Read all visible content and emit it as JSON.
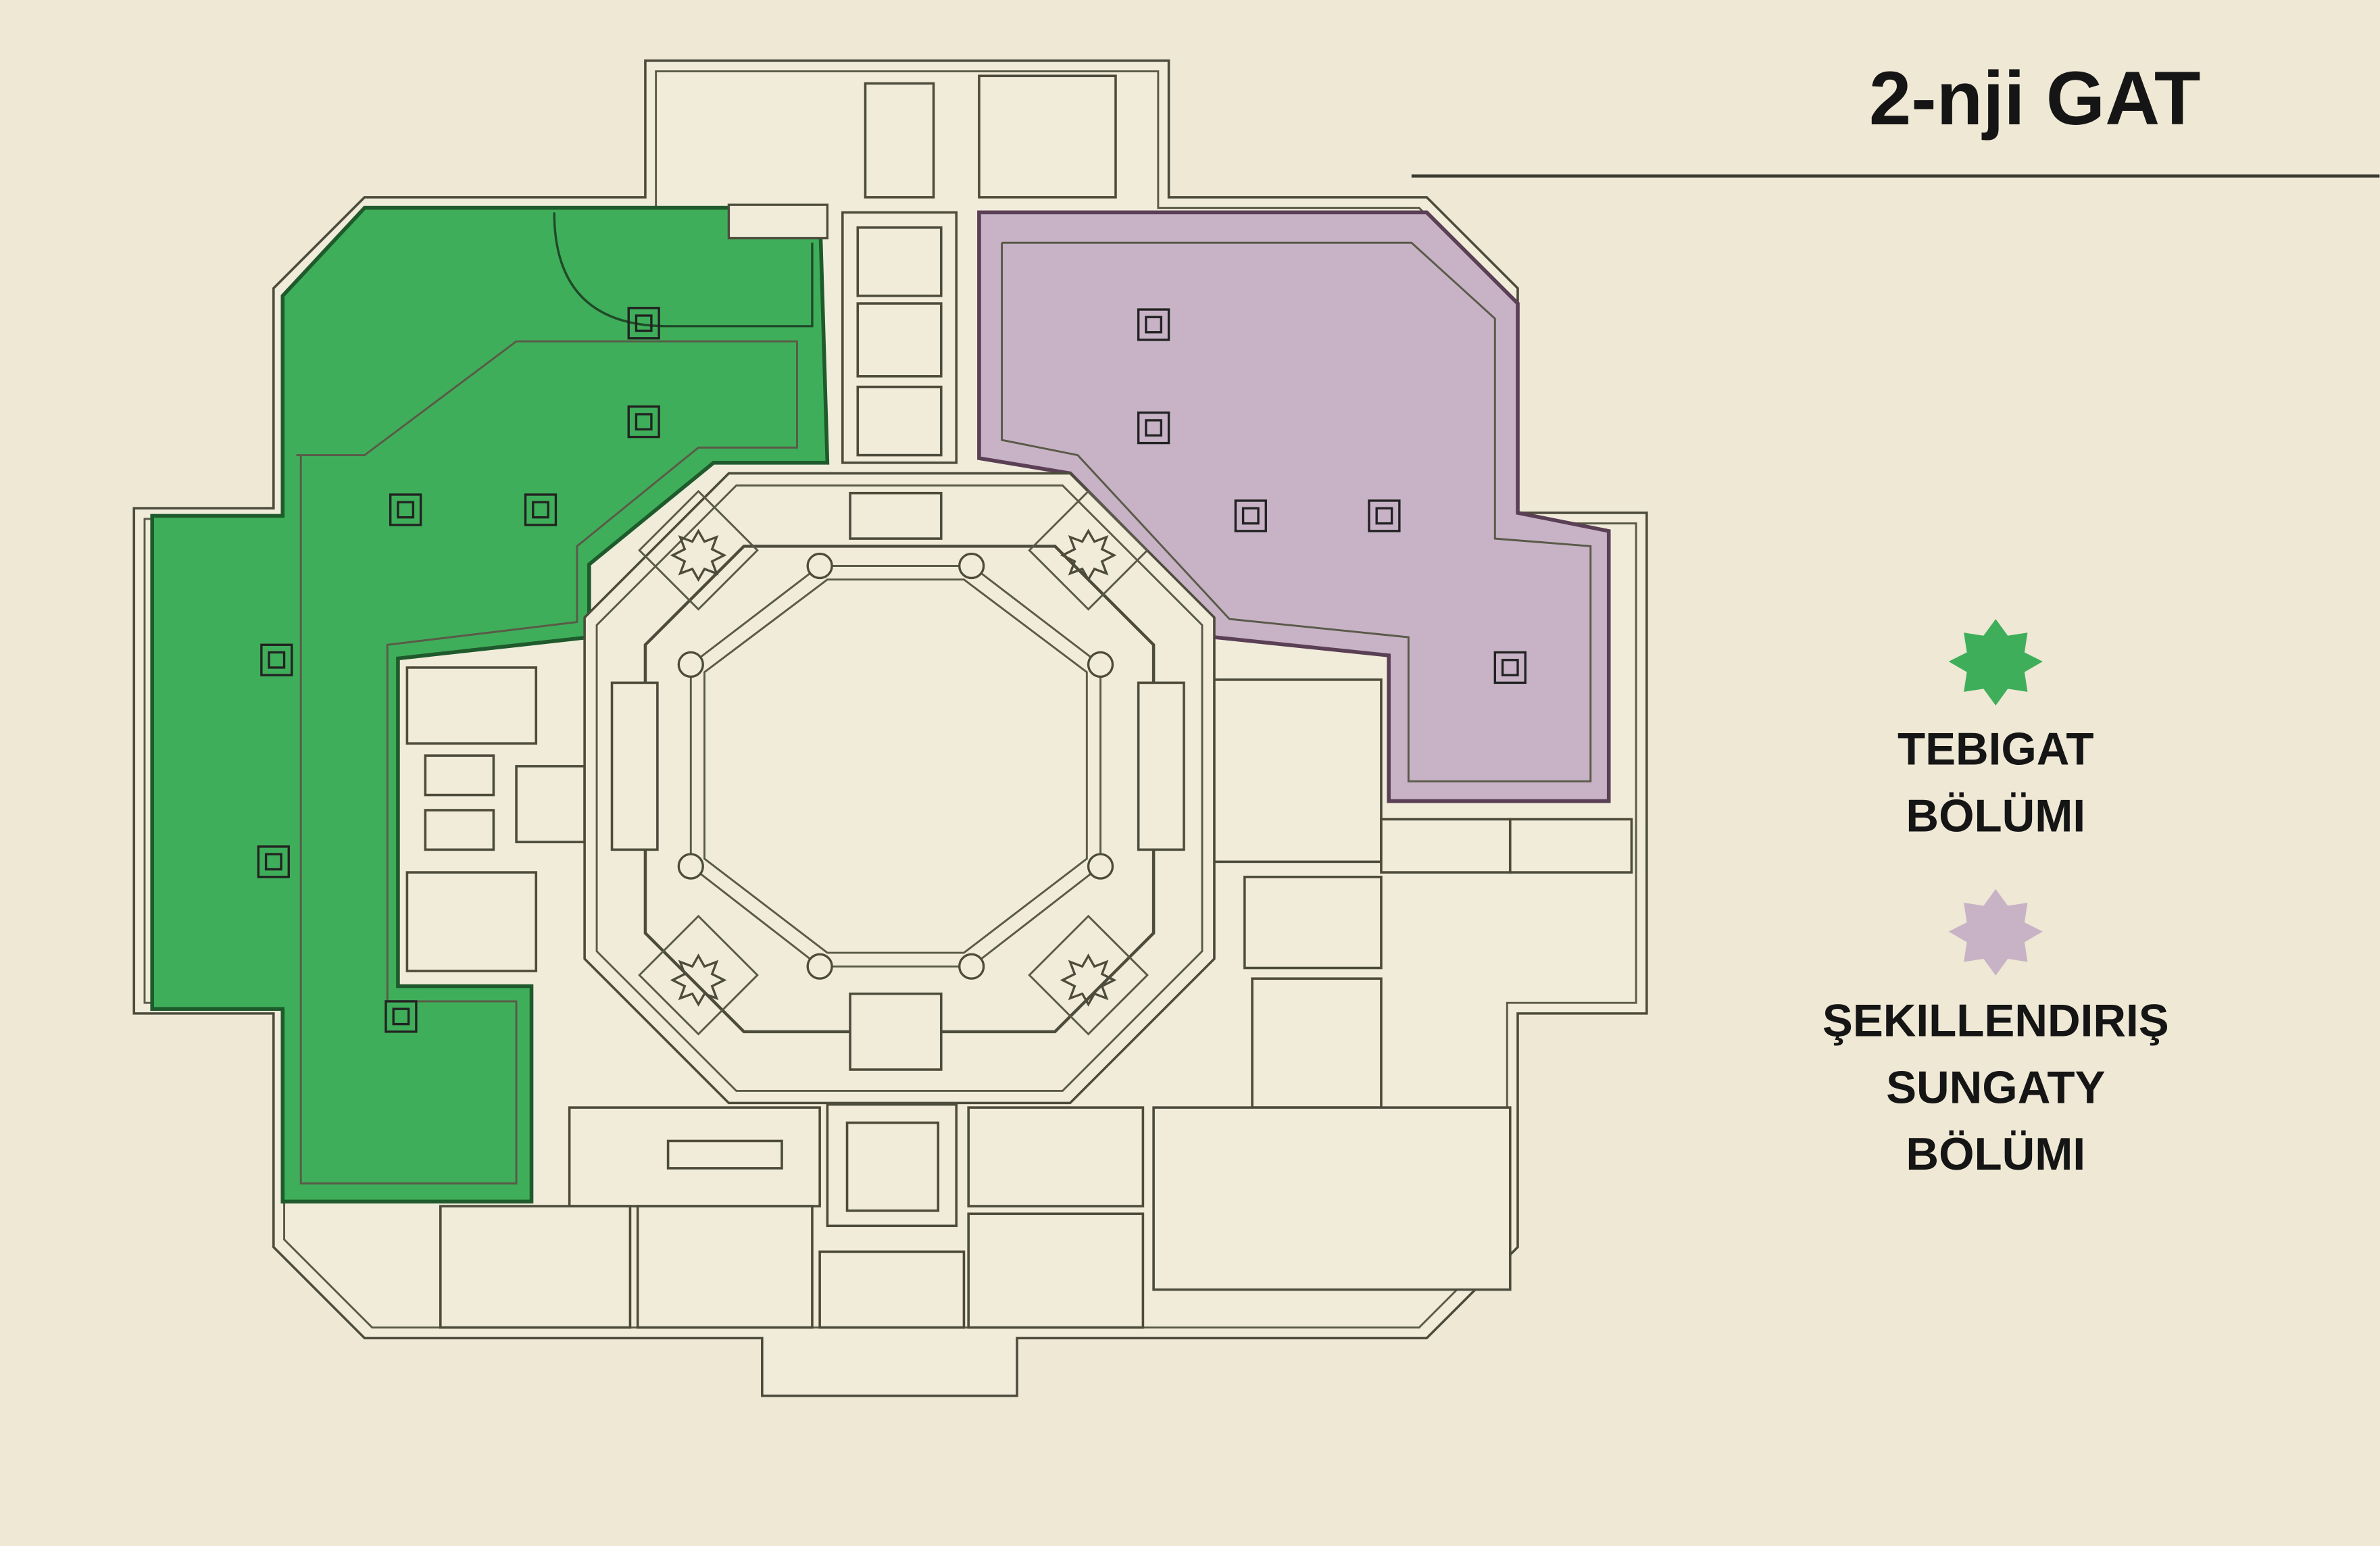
{
  "title": "2-nji GAT",
  "legend": [
    {
      "lines": [
        "TEBIGAT",
        "BÖLÜMI"
      ],
      "color": "#3fae5a",
      "icon": "eight-point-star-icon"
    },
    {
      "lines": [
        "ŞEKILLENDIRIŞ",
        "SUNGATY",
        "BÖLÜMI"
      ],
      "color": "#c7b2c6",
      "icon": "eight-point-star-icon"
    }
  ],
  "colors": {
    "background": "#eee8d5",
    "lines": "#4d4c3c",
    "green_zone": "#3fae5a",
    "purple_zone": "#c7b2c6"
  }
}
